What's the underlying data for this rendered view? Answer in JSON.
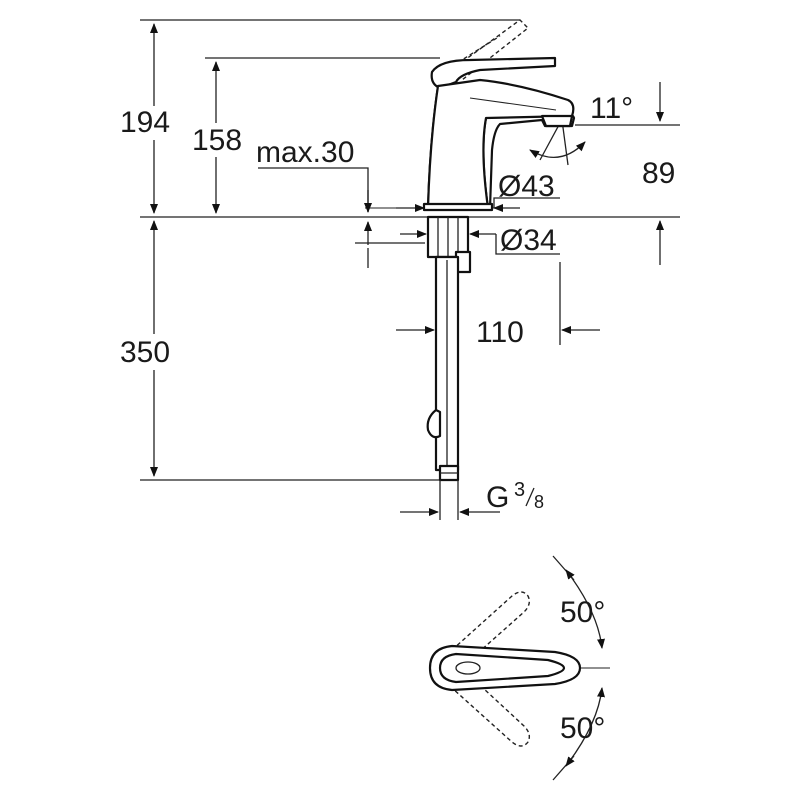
{
  "side_view": {
    "dims": {
      "total_height": "194",
      "spout_height": "158",
      "max_thickness": "max.30",
      "angle_spout": "11°",
      "spout_reach_height": "89",
      "body_diameter": "Ø43",
      "hole_diameter": "Ø34",
      "projection": "110",
      "hose_length": "350",
      "thread_prefix": "G",
      "thread_num": "3",
      "thread_den": "8"
    }
  },
  "top_view": {
    "dims": {
      "lever_angle_up": "50°",
      "lever_angle_down": "50°"
    }
  }
}
